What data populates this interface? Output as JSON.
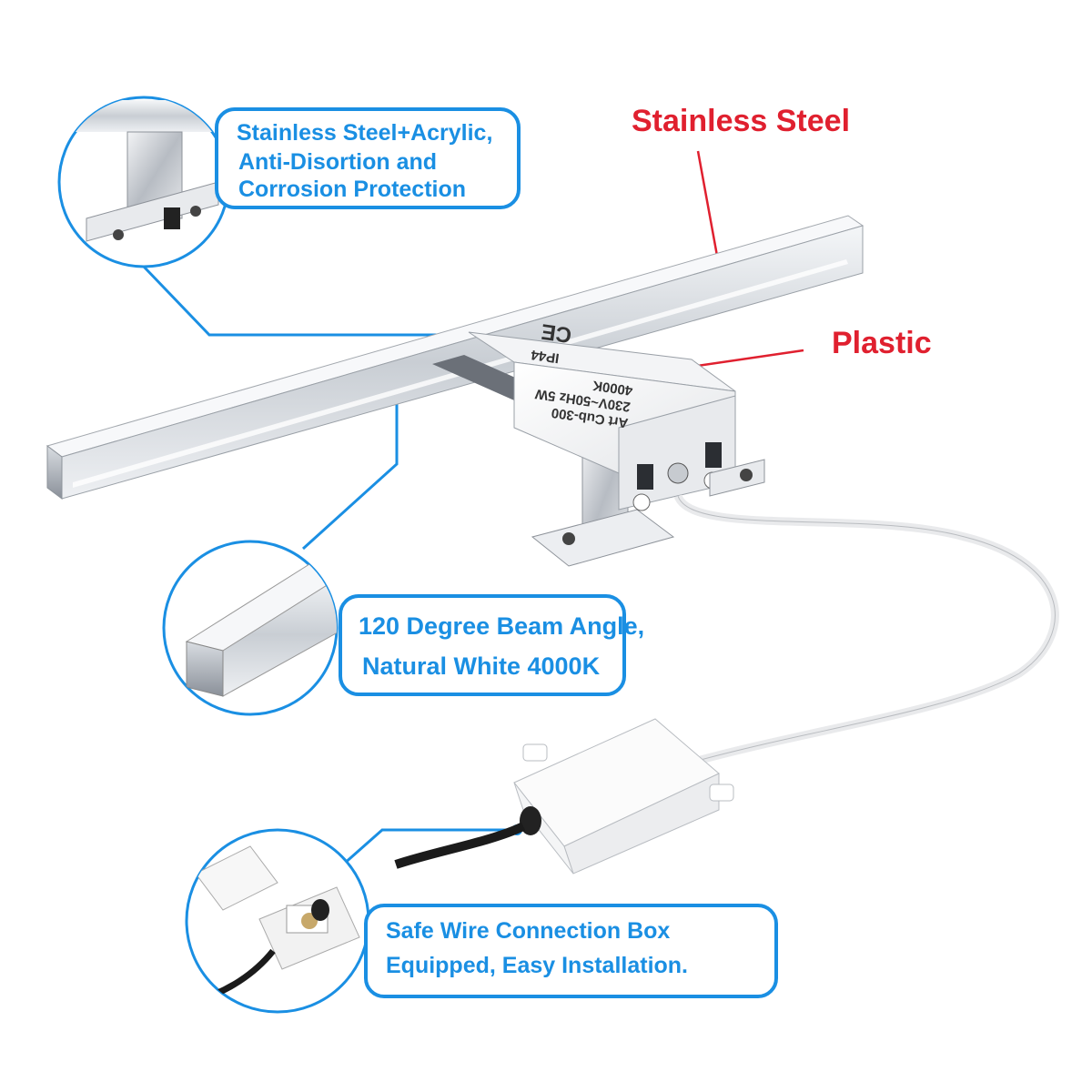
{
  "labels": {
    "stainless_steel": "Stainless Steel",
    "plastic": "Plastic"
  },
  "callouts": {
    "top": {
      "line1": "Stainless Steel+Acrylic,",
      "line2": "Anti-Disortion and",
      "line3": "Corrosion Protection"
    },
    "middle": {
      "line1": "120 Degree Beam Angle,",
      "line2": "Natural White 4000K"
    },
    "bottom": {
      "line1": "Safe Wire Connection Box",
      "line2": "Equipped, Easy Installation."
    }
  },
  "product_label": {
    "model": "Art Cub-300",
    "power": "230V~50Hz 5W",
    "cct": "4000K",
    "ip": "IP44",
    "ce": "CE"
  },
  "colors": {
    "accent_blue": "#1a8fe3",
    "label_red": "#e0202f"
  }
}
